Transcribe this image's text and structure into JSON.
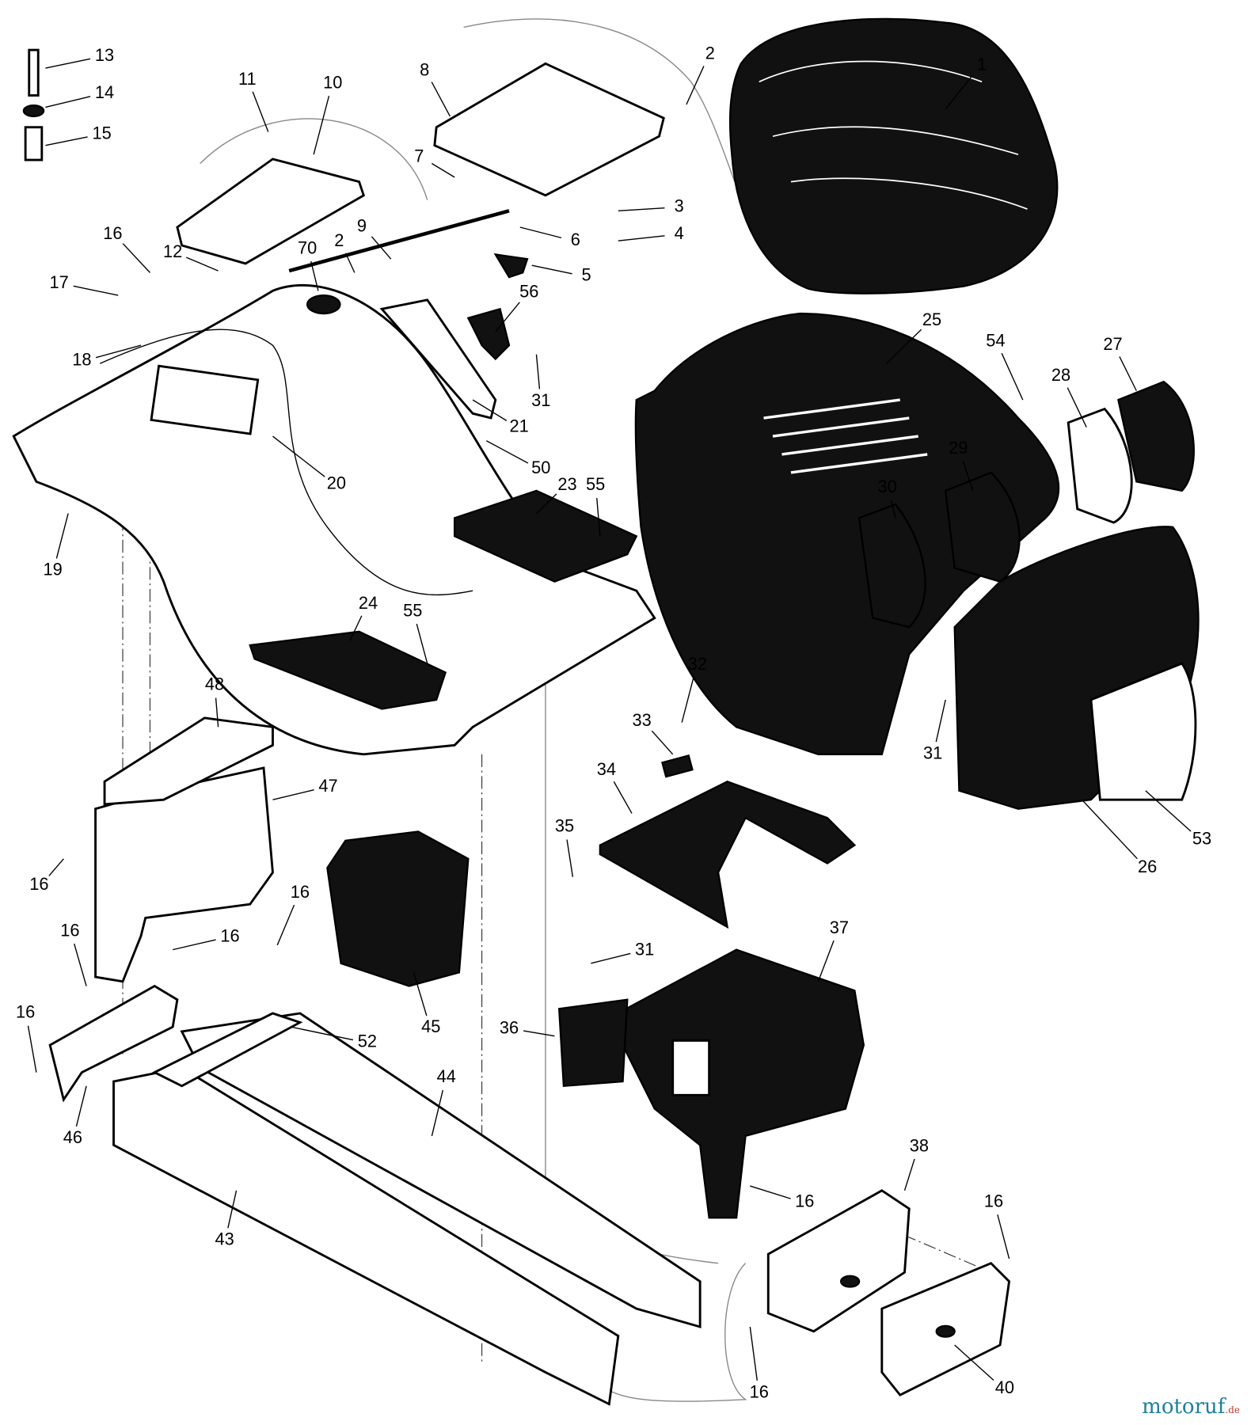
{
  "diagram": {
    "type": "exploded-parts-diagram",
    "callouts": [
      "13",
      "14",
      "15",
      "11",
      "10",
      "8",
      "2",
      "1",
      "7",
      "3",
      "4",
      "6",
      "5",
      "16",
      "12",
      "70",
      "2",
      "9",
      "17",
      "18",
      "56",
      "31",
      "21",
      "50",
      "20",
      "19",
      "23",
      "55",
      "25",
      "54",
      "28",
      "27",
      "29",
      "30",
      "24",
      "55",
      "32",
      "33",
      "34",
      "31",
      "26",
      "53",
      "48",
      "47",
      "35",
      "16",
      "16",
      "16",
      "16",
      "31",
      "37",
      "45",
      "36",
      "16",
      "52",
      "44",
      "46",
      "43",
      "38",
      "16",
      "16",
      "16",
      "40"
    ]
  },
  "watermark": {
    "brand": "motoruf",
    "suffix": ".de"
  }
}
